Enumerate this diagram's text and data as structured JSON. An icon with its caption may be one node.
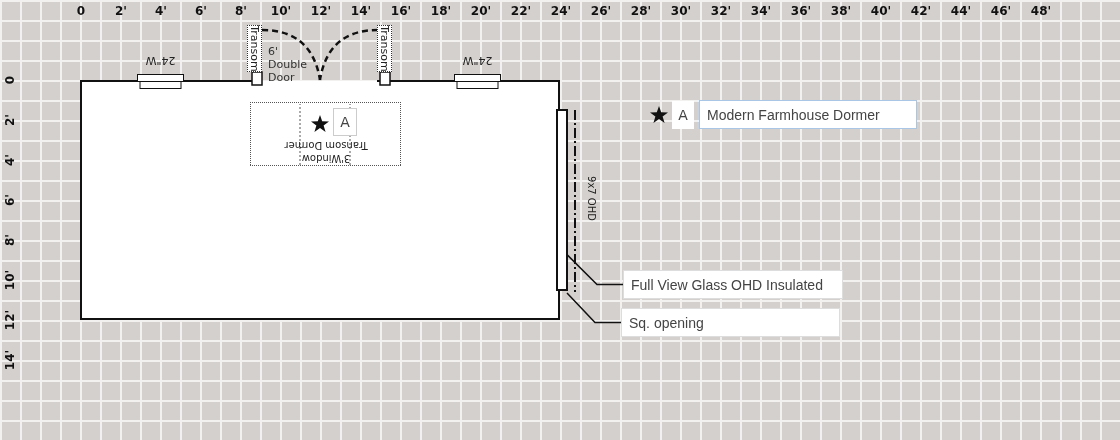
{
  "diagram": {
    "nodes": [
      {
        "text": [
          "Full View Glass OHD Insulated"
        ]
      },
      {
        "text": [],
        "shape": "bar",
        "beside": [
          "9x7 OHD"
        ]
      },
      {
        "text": [
          "Sq. opening"
        ]
      },
      {
        "text": [
          "Transom"
        ]
      },
      {
        "text": [
          "Transom"
        ]
      },
      {
        "text": [],
        "shape": "box",
        "beside": [
          "24\"W"
        ]
      },
      {
        "text": [],
        "shape": "box",
        "beside": [
          "24\"W"
        ]
      },
      {
        "text": [
          "3'Window",
          "Transom Dormer"
        ]
      }
    ],
    "edges": [
      {
        "from": 0,
        "to": 1,
        "arrow": "none"
      },
      {
        "from": 2,
        "to": 1,
        "arrow": "none"
      }
    ],
    "labels": [
      "0",
      "2'",
      "4'",
      "6'",
      "8'",
      "10'",
      "12'",
      "14'",
      "16'",
      "18'",
      "20'",
      "22'",
      "24'",
      "26'",
      "28'",
      "30'",
      "32'",
      "34'",
      "36'",
      "38'",
      "40'",
      "42'",
      "44'",
      "46'",
      "48'",
      "6' Double Door",
      "0",
      "2'",
      "4'",
      "6'",
      "8'",
      "10'",
      "12'",
      "14'",
      "A",
      "A"
    ],
    "legend": [
      {
        "text": "Modern Farmhouse Dormer"
      }
    ]
  }
}
